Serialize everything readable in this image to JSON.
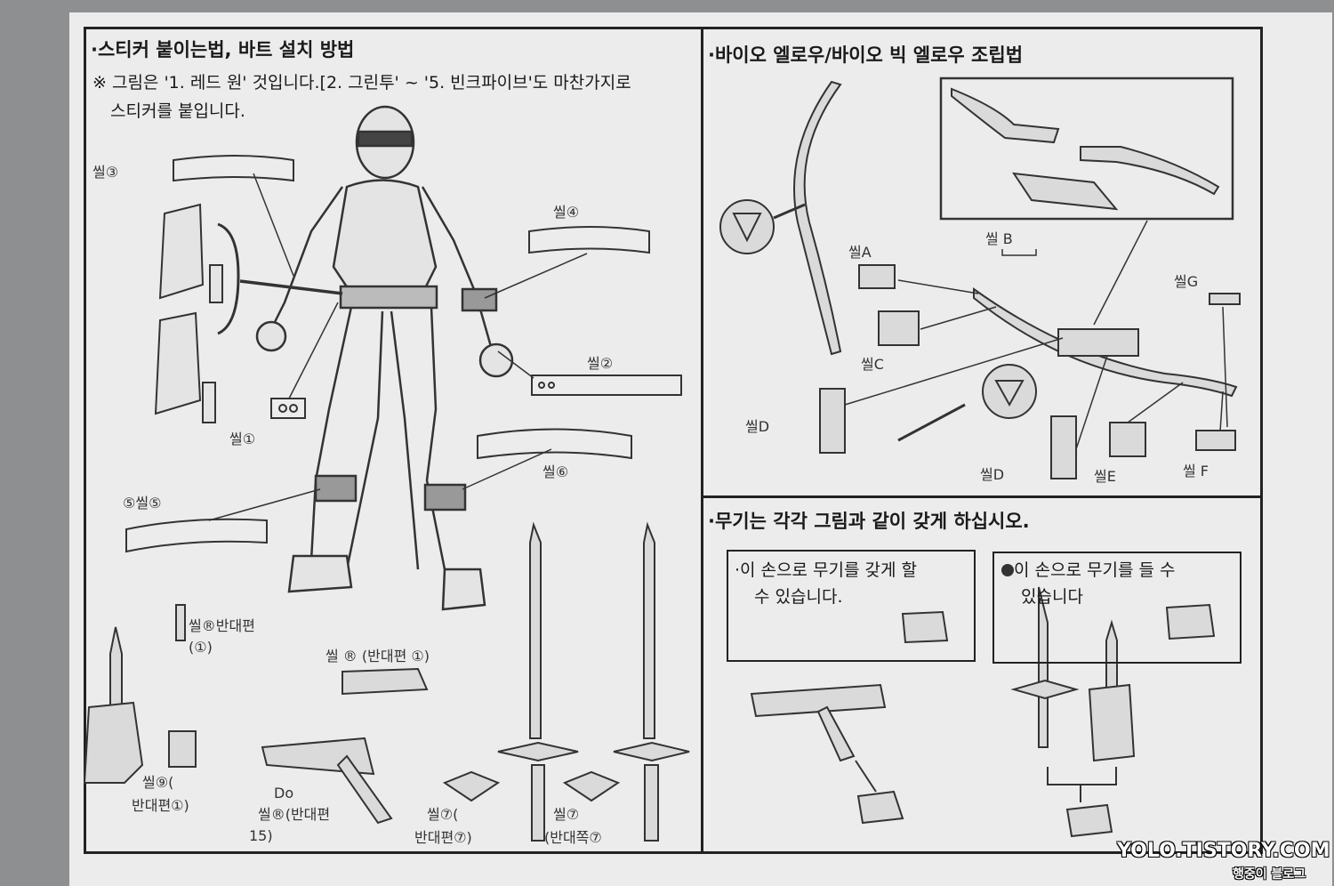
{
  "left_section": {
    "title": "·스티커 붙이는법, 바트 설치 방법",
    "note_line1": "※ 그림은 '1. 레드 원' 것입니다.[2. 그린투' ~ '5. 빈크파이브'도 마찬가지로",
    "note_line2": "스티커를 붙입니다.",
    "labels": {
      "seal3": "씰③",
      "seal4": "씰④",
      "seal2": "씰②",
      "seal1": "씰①",
      "seal6": "씰⑥",
      "seal5": "⑤씰⑤",
      "seal_reverse1_a": "씰®반대편",
      "seal_reverse1_a2": "(①)",
      "seal_reverse1_b": "씰 ® (반대편 ①)",
      "seal9": "씰⑨(",
      "seal9b": "반대편①)",
      "do_label": "Do",
      "seal_reverse_c": "씰®(반대편",
      "seal_reverse_c2": "15)",
      "seal7a": "씰⑦(",
      "seal7a2": "반대편⑦)",
      "seal7b": "씰⑦",
      "seal7b2": "(반대쪽⑦"
    }
  },
  "right_top": {
    "title": "·바이오 엘로우/바이오 빅 엘로우 조립법",
    "labels": {
      "sealA": "씰A",
      "sealB": "씰 B",
      "sealC": "씰C",
      "sealD1": "씰D",
      "sealD2": "씰D",
      "sealE": "씰E",
      "sealF": "씰 F",
      "sealG": "씰G"
    }
  },
  "right_bottom": {
    "title": "·무기는 각각 그림과 같이 갖게 하십시오.",
    "box1_line1": "·이 손으로 무기를 갖게 할",
    "box1_line2": "수 있습니다.",
    "box2_line1": "이 손으로 무기를 들 수",
    "box2_line2": "있습니다"
  },
  "watermark": {
    "url": "YOLO.TISTORY.COM",
    "blog": "행중이 블로그"
  },
  "colors": {
    "paper": "#ececec",
    "line": "#222222",
    "background": "#8d8f90"
  }
}
